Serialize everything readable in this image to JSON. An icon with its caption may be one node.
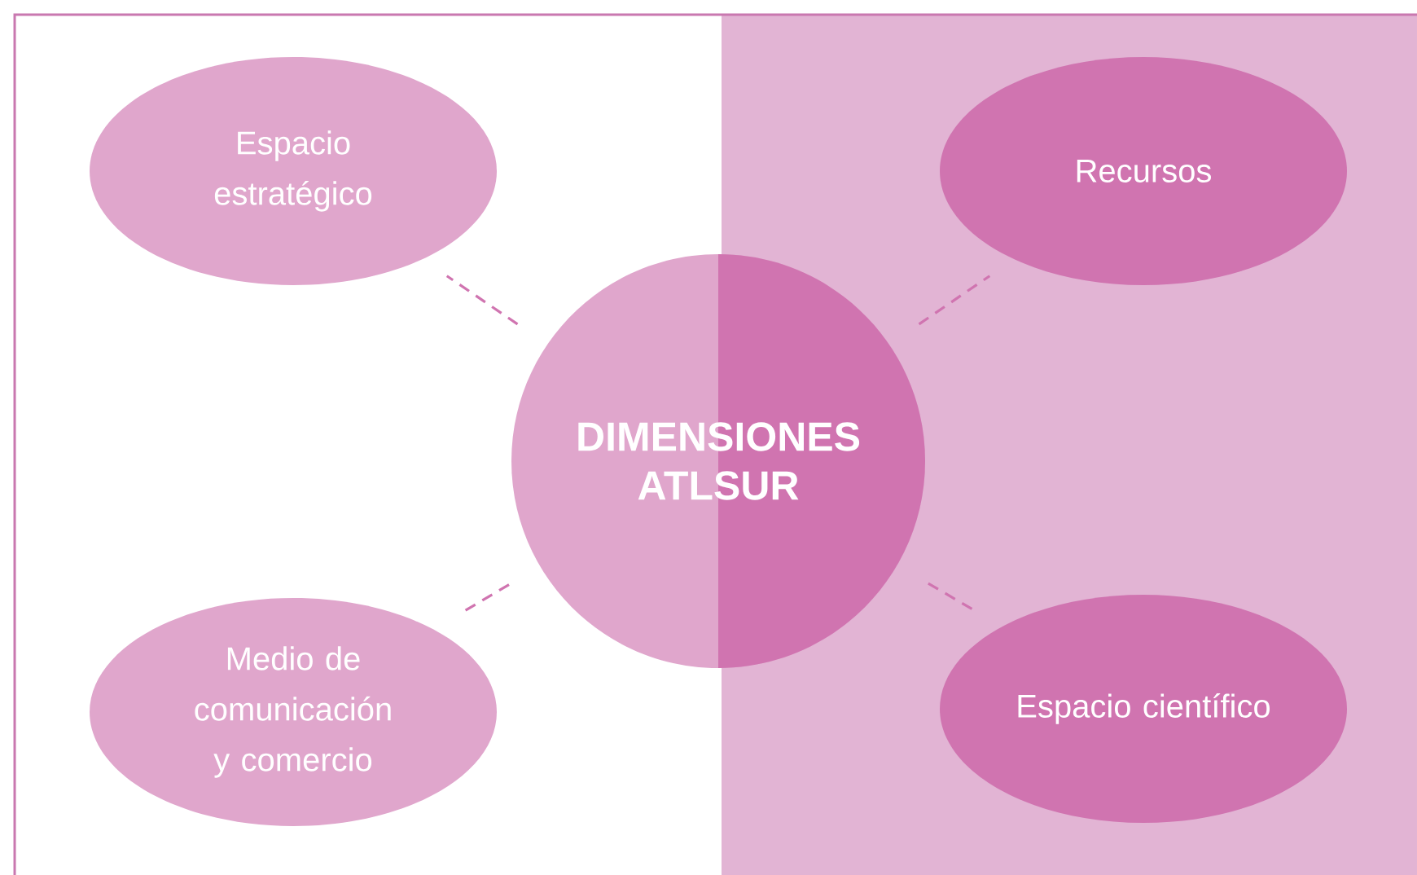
{
  "diagram": {
    "nodes": [
      {
        "text": [
          "Espacio estratégico"
        ]
      },
      {
        "text": [
          "Recursos"
        ]
      },
      {
        "text": [
          "DIMENSIONES ATLSUR"
        ]
      },
      {
        "text": [
          "Medio de comunicación y comercio"
        ]
      },
      {
        "text": [
          "Espacio científico"
        ]
      }
    ],
    "edges": [
      {
        "from": 2,
        "to": 0,
        "arrow": "none",
        "style": "dashed"
      },
      {
        "from": 2,
        "to": 1,
        "arrow": "none",
        "style": "dashed"
      },
      {
        "from": 2,
        "to": 3,
        "arrow": "none",
        "style": "dashed"
      },
      {
        "from": 2,
        "to": 4,
        "arrow": "none",
        "style": "dashed"
      }
    ]
  }
}
